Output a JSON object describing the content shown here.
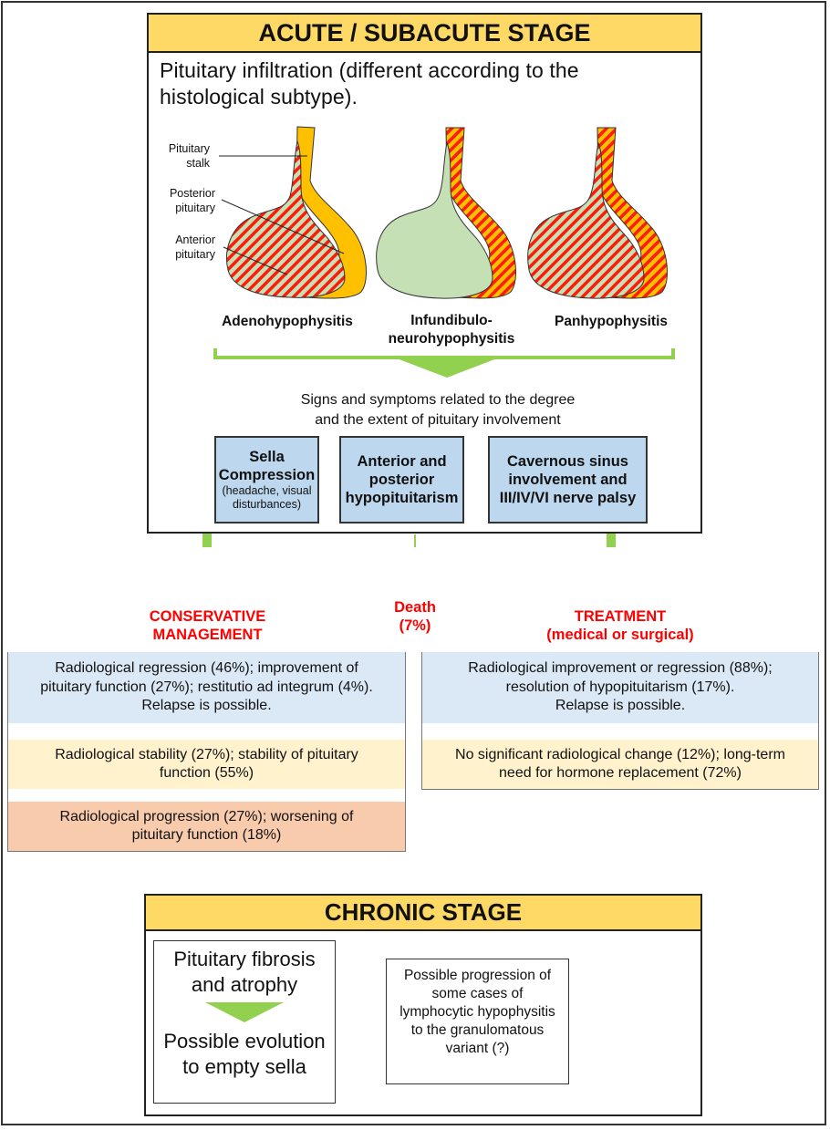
{
  "acute": {
    "title": "ACUTE / SUBACUTE STAGE",
    "intro_line1": "Pituitary infiltration (different according to the",
    "intro_line2": "histological subtype).",
    "labels": {
      "stalk_line1": "Pituitary",
      "stalk_line2": "stalk",
      "posterior_line1": "Posterior",
      "posterior_line2": "pituitary",
      "anterior_line1": "Anterior",
      "anterior_line2": "pituitary"
    },
    "subtypes": [
      {
        "name_line1": "Adenohypophysitis",
        "name_line2": "",
        "affected": "anterior"
      },
      {
        "name_line1": "Infundibulo-",
        "name_line2": "neurohypophysitis",
        "affected": "posterior"
      },
      {
        "name_line1": "Panhypophysitis",
        "name_line2": "",
        "affected": "both"
      }
    ],
    "signs_line1": "Signs and symptoms related to the degree",
    "signs_line2": "and the extent of pituitary involvement",
    "symptoms": [
      {
        "line1": "Sella",
        "line2": "Compression",
        "sub1": "(headache, visual",
        "sub2": "disturbances)"
      },
      {
        "line1": "Anterior and",
        "line2": "posterior",
        "line3": "hypopituitarism"
      },
      {
        "line1": "Cavernous sinus",
        "line2": "involvement and",
        "line3": "III/IV/VI  nerve palsy"
      }
    ]
  },
  "outcomes": {
    "death_line1": "Death",
    "death_line2": "(7%)",
    "conservative": {
      "title_line1": "CONSERVATIVE",
      "title_line2": "MANAGEMENT",
      "rows": [
        {
          "type": "improvement",
          "line1": "Radiological regression (46%); improvement of",
          "line2": "pituitary function (27%); restitutio ad integrum (4%).",
          "line3": "Relapse is possible."
        },
        {
          "type": "stable",
          "line1": "Radiological stability (27%); stability of pituitary",
          "line2": "function (55%)"
        },
        {
          "type": "worsening",
          "line1": "Radiological progression (27%); worsening of",
          "line2": "pituitary function (18%)"
        }
      ]
    },
    "treatment": {
      "title_line1": "TREATMENT",
      "title_line2": "(medical or surgical)",
      "rows": [
        {
          "type": "improvement",
          "line1": "Radiological improvement or regression (88%);",
          "line2": "resolution of hypopituitarism (17%).",
          "line3": "Relapse is possible."
        },
        {
          "type": "stable",
          "line1": "No significant radiological change (12%); long-term",
          "line2": "need for hormone replacement (72%)"
        }
      ]
    }
  },
  "chronic": {
    "title": "CHRONIC STAGE",
    "left_line1": "Pituitary fibrosis",
    "left_line2": "and atrophy",
    "left_line3": "Possible evolution",
    "left_line4": "to empty sella",
    "right_line1": "Possible progression of",
    "right_line2": "some cases of",
    "right_line3": "lymphocytic hypophysitis",
    "right_line4": "to the granulomatous",
    "right_line5": "variant (?)"
  },
  "colors": {
    "stage_header": "#ffd966",
    "arrow_green": "#92d050",
    "outcome_red": "#ff0000",
    "anterior_green": "#c5e0b4",
    "posterior_orange": "#ffc000",
    "inflammation_red": "#ff0000",
    "symptom_blue": "#bdd7ee",
    "row_blue": "#dbe8f5",
    "row_yellow": "#fff2cc",
    "row_orange": "#f8cbad"
  }
}
